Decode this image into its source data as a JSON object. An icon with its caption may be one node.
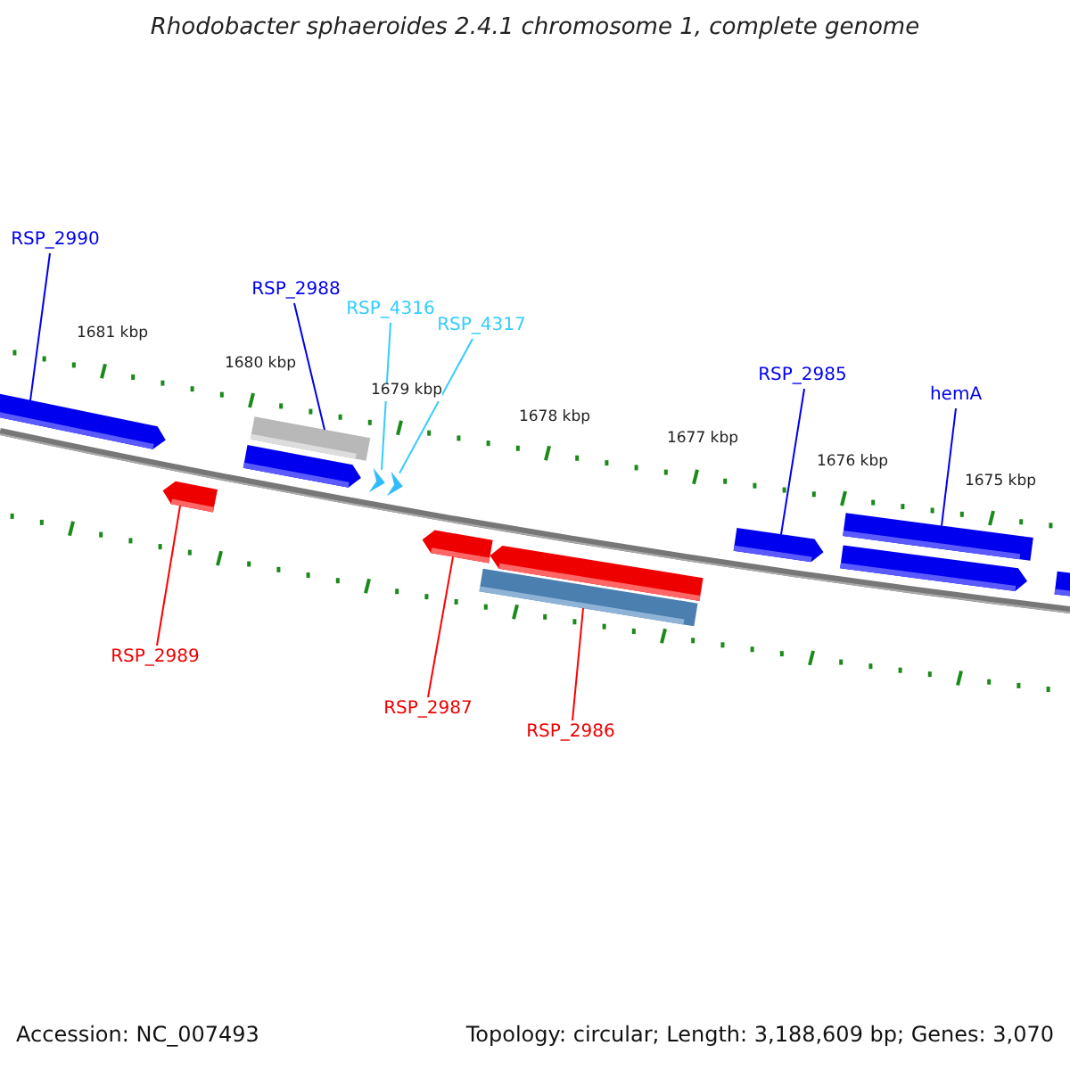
{
  "diagram": {
    "title": "Rhodobacter sphaeroides 2.4.1 chromosome 1, complete genome",
    "nodes": [
      {
        "text": [
          "RSP_2990"
        ]
      },
      {
        "text": [
          "RSP_2988"
        ]
      },
      {
        "text": [
          "RSP_4316"
        ]
      },
      {
        "text": [
          "RSP_4317"
        ]
      },
      {
        "text": [
          "RSP_2985"
        ]
      },
      {
        "text": [
          "hemA"
        ]
      },
      {
        "text": [
          "RSP_2989"
        ]
      },
      {
        "text": [
          "RSP_2987"
        ]
      },
      {
        "text": [
          "RSP_2986"
        ]
      },
      {
        "text": [],
        "shape": "bar"
      },
      {
        "text": [],
        "shape": "bar"
      },
      {
        "text": [],
        "shape": "triangle"
      },
      {
        "text": [],
        "shape": "triangle"
      },
      {
        "text": [],
        "shape": "bar"
      },
      {
        "text": [],
        "shape": "bar"
      },
      {
        "text": [],
        "shape": "bar"
      },
      {
        "text": [],
        "shape": "bar"
      },
      {
        "text": [],
        "shape": "bar"
      }
    ],
    "edges": [
      {
        "from": 0,
        "to": 9,
        "arrow": "none"
      },
      {
        "from": 1,
        "to": 10,
        "arrow": "none"
      },
      {
        "from": 2,
        "to": 11,
        "arrow": "none",
        "color": "#33ccff"
      },
      {
        "from": 3,
        "to": 12,
        "arrow": "none",
        "color": "#33ccff"
      },
      {
        "from": 4,
        "to": 13,
        "arrow": "none"
      },
      {
        "from": 5,
        "to": 14,
        "arrow": "none"
      },
      {
        "from": 6,
        "to": 15,
        "arrow": "none",
        "color": "#ff0000"
      },
      {
        "from": 7,
        "to": 16,
        "arrow": "none",
        "color": "#ff0000"
      },
      {
        "from": 8,
        "to": 17,
        "arrow": "none",
        "color": "#ff0000"
      }
    ],
    "labels": [
      "1681 kbp",
      "1680 kbp",
      "1679 kbp",
      "1678 kbp",
      "1677 kbp",
      "1676 kbp",
      "1675 kbp",
      "Accession: NC_007493",
      "Topology: circular; Length: 3,188,609 bp; Genes: 3,070"
    ]
  }
}
